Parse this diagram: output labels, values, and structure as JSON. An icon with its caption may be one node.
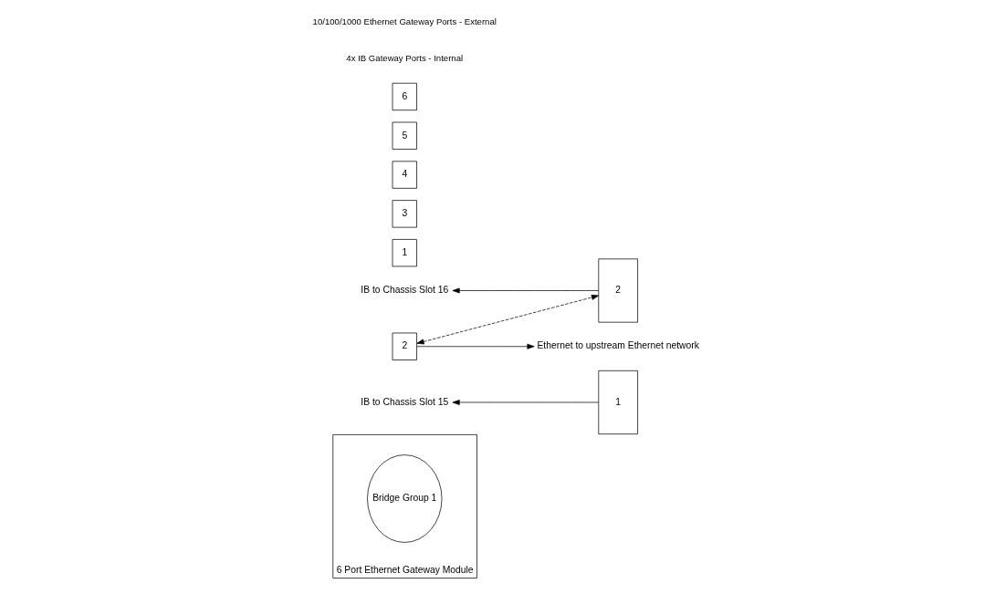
{
  "diagram": {
    "nodes": [
      {
        "text": [
          "6 Port Ethernet Gateway Module"
        ]
      },
      {
        "text": [
          "1"
        ]
      },
      {
        "text": [
          "2"
        ]
      },
      {
        "text": [
          "Bridge Group 1"
        ],
        "in": 0
      },
      {
        "text": [
          "1"
        ]
      },
      {
        "text": [
          "2"
        ]
      },
      {
        "text": [
          "3"
        ]
      },
      {
        "text": [
          "4"
        ]
      },
      {
        "text": [
          "5"
        ]
      },
      {
        "text": [
          "6"
        ]
      },
      {
        "text": [
          "IB to Chassis Slot 15"
        ]
      },
      {
        "text": [
          "IB to Chassis Slot 16"
        ]
      },
      {
        "text": [
          "Ethernet to upstream Ethernet network"
        ]
      }
    ],
    "edges": [
      {
        "from": 1,
        "to": 10,
        "arrow": "to"
      },
      {
        "from": 2,
        "to": 11,
        "arrow": "to"
      },
      {
        "from": 5,
        "to": 12,
        "arrow": "to"
      },
      {
        "from": 5,
        "to": 2,
        "arrow": "both",
        "style": "dashed"
      }
    ],
    "labels": [
      "4x IB Gateway Ports - Internal",
      "10/100/1000 Ethernet Gateway Ports - External"
    ]
  }
}
